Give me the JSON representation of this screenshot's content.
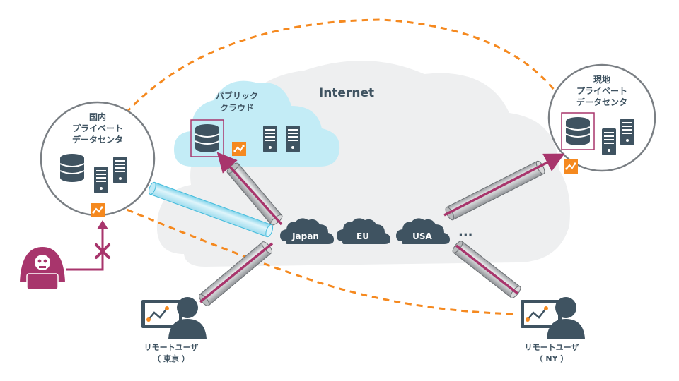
{
  "internet_label": "Internet",
  "public_cloud": {
    "line1": "パブリック",
    "line2": "クラウド"
  },
  "domestic_dc": {
    "line1": "国内",
    "line2": "プライベート",
    "line3": "データセンタ"
  },
  "overseas_dc": {
    "line1": "現地",
    "line2": "プライベート",
    "line3": "データセンタ"
  },
  "regions": {
    "japan": "Japan",
    "eu": "EU",
    "usa": "USA",
    "more": "..."
  },
  "remote_tokyo": {
    "line1": "リモートユーザ",
    "line2": "（ 東京 ）"
  },
  "remote_ny": {
    "line1": "リモートユーザ",
    "line2": "（ NY ）"
  },
  "colors": {
    "orange_dash": "#f5891f",
    "magenta": "#a8356c",
    "slate": "#3f5361",
    "cloud_gray": "#eeeff0",
    "cloud_blue": "#c3ecf6",
    "accent_orange": "#f5891f"
  }
}
